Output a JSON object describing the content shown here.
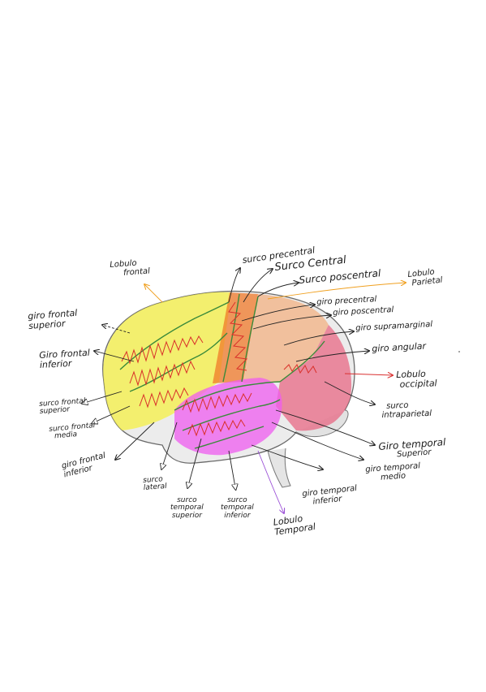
{
  "labels": {
    "lobulo_frontal": [
      "Lobulo",
      "frontal"
    ],
    "surco_precentral": "surco precentral",
    "surco_central": "Surco Central",
    "surco_poscentral": "Surco poscentral",
    "lobulo_parietal": [
      "Lobulo",
      "Parietal"
    ],
    "giro_precentral": "giro precentral",
    "giro_poscentral": "giro poscentral",
    "giro_supramarginal": "giro supramarginal",
    "giro_angular": "giro angular",
    "giro_frontal_superior": [
      "giro frontal",
      "superior"
    ],
    "giro_frontal_inferior": [
      "Giro frontal",
      "inferior"
    ],
    "surco_frontal_superior": [
      "surco frontal",
      "superior"
    ],
    "surco_frontal_media": [
      "surco frontal",
      "media"
    ],
    "giro_frontal_inferior_2": [
      "giro frontal",
      "inferior"
    ],
    "lobulo_occipital": [
      "Lobulo",
      "occipital"
    ],
    "surco_intraparietal": [
      "surco",
      "intraparietal"
    ],
    "giro_temporal_superior": [
      "Giro temporal",
      "Superior"
    ],
    "giro_temporal_medio": [
      "giro temporal",
      "medio"
    ],
    "giro_temporal_inferior": [
      "giro temporal",
      "inferior"
    ],
    "surco_lateral": [
      "surco",
      "lateral"
    ],
    "surco_temporal_superior": [
      "surco",
      "temporal",
      "superior"
    ],
    "surco_temporal_inferior": [
      "surco",
      "temporal",
      "inferior"
    ],
    "lobulo_temporal": [
      "Lobulo",
      "Temporal"
    ]
  },
  "colors": {
    "frontal": "#f5f04a",
    "precentral": "#f07a2a",
    "parietal": "#f2b98f",
    "occipital": "#e8607e",
    "temporal": "#ef5cf0",
    "sulcus": "#3a8a3a",
    "zigzag": "#d9302a",
    "brain_outline": "#555555",
    "arrow_orange": "#f0a020",
    "arrow_red": "#d93030",
    "arrow_purple": "#9a4fd6"
  }
}
